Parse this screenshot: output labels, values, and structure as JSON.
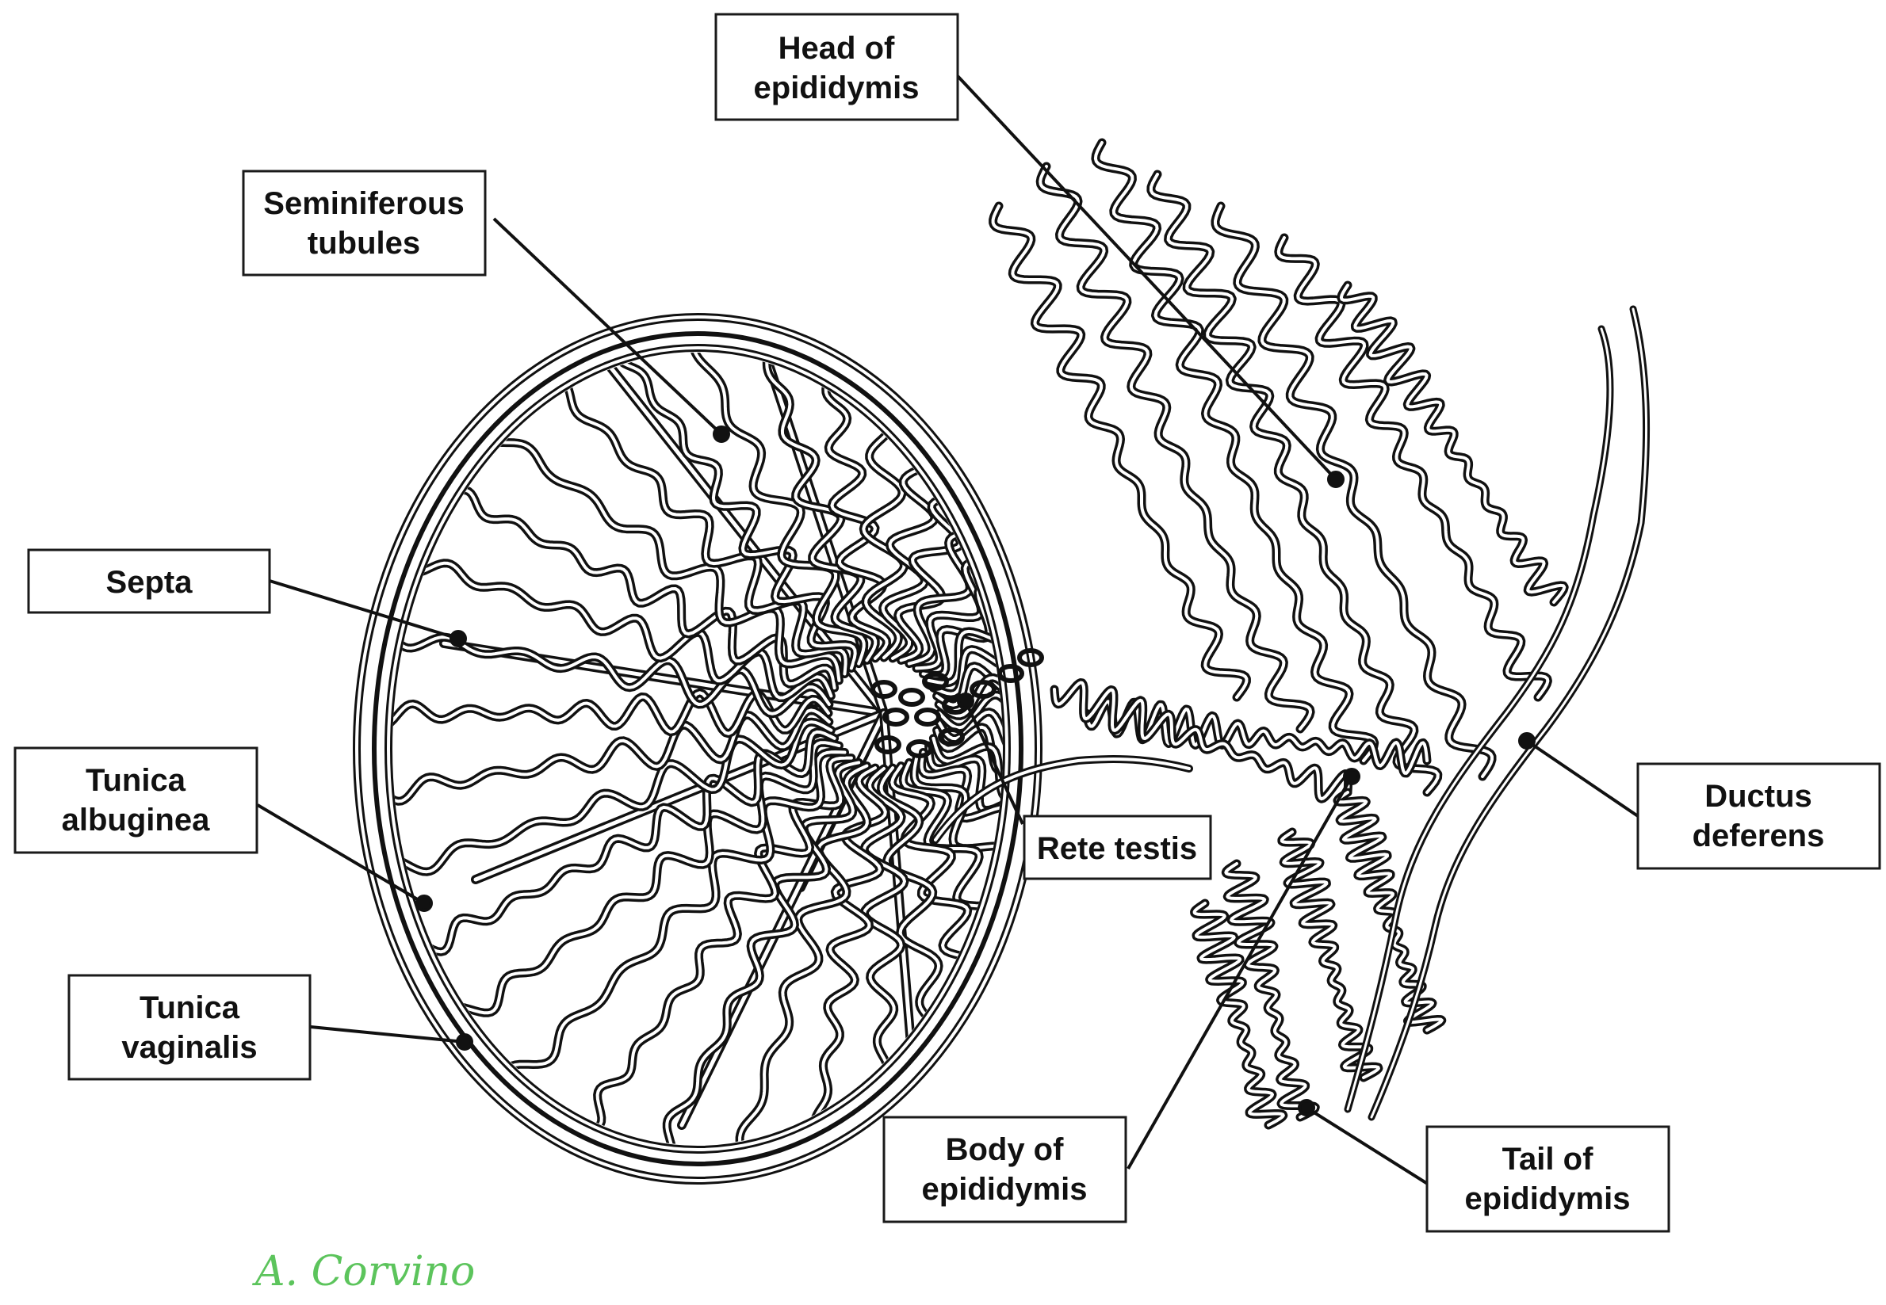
{
  "labels": {
    "head_of_epididymis": [
      "Head of",
      "epididymis"
    ],
    "seminiferous_tubules": [
      "Seminiferous",
      "tubules"
    ],
    "septa": [
      "Septa"
    ],
    "tunica_albuginea": [
      "Tunica",
      "albuginea"
    ],
    "tunica_vaginalis": [
      "Tunica",
      "vaginalis"
    ],
    "rete_testis": [
      "Rete testis"
    ],
    "ductus_deferens": [
      "Ductus",
      "deferens"
    ],
    "body_of_epididymis": [
      "Body of",
      "epididymis"
    ],
    "tail_of_epididymis": [
      "Tail of",
      "epididymis"
    ]
  },
  "signature": "A. Corvino",
  "colors": {
    "ink": "#111111",
    "label_border": "#1a1a1a",
    "signature": "#5cc45c",
    "background": "#ffffff"
  }
}
